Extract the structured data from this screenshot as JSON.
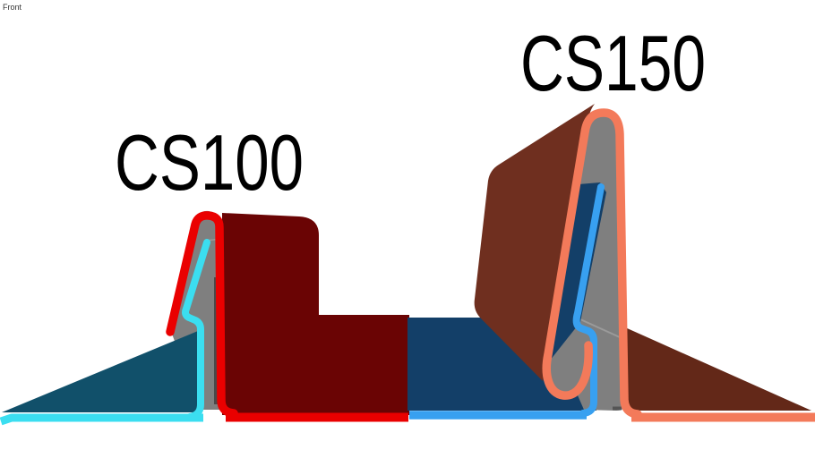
{
  "view": {
    "label": "Front"
  },
  "labels": {
    "left_profile": "CS100",
    "right_profile": "CS150"
  },
  "colors": {
    "background": "#ffffff",
    "red_outline": "#ea0000",
    "maroon_body": "#6a0404",
    "cyan_outline": "#3bdef0",
    "teal_top": "#11506a",
    "gray_section": "#7f7f7f",
    "coral_outline": "#f37a5a",
    "brown_panel": "#6f2f1f",
    "brown_dark_top": "#632818",
    "blue_outline": "#38a0f0",
    "navy_top": "#133f68",
    "facet_line": "#9a9a9a",
    "shadow_line": "#4a4a4a",
    "shadow_line2": "#555555",
    "label_text": "#000000",
    "view_text": "#333333"
  }
}
